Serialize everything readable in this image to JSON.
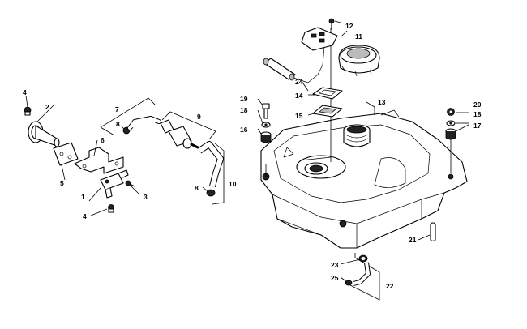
{
  "callouts": {
    "c1": "1",
    "c2": "2",
    "c3": "3",
    "c4a": "4",
    "c4b": "4",
    "c5": "5",
    "c6": "6",
    "c7": "7",
    "c8a": "8",
    "c8b": "8",
    "c9": "9",
    "c10": "10",
    "c11": "11",
    "c12": "12",
    "c13": "13",
    "c14": "14",
    "c15": "15",
    "c16": "16",
    "c17": "17",
    "c18a": "18",
    "c18b": "18",
    "c19": "19",
    "c20": "20",
    "c21": "21",
    "c22": "22",
    "c23": "23",
    "c24": "24",
    "c25": "25"
  }
}
